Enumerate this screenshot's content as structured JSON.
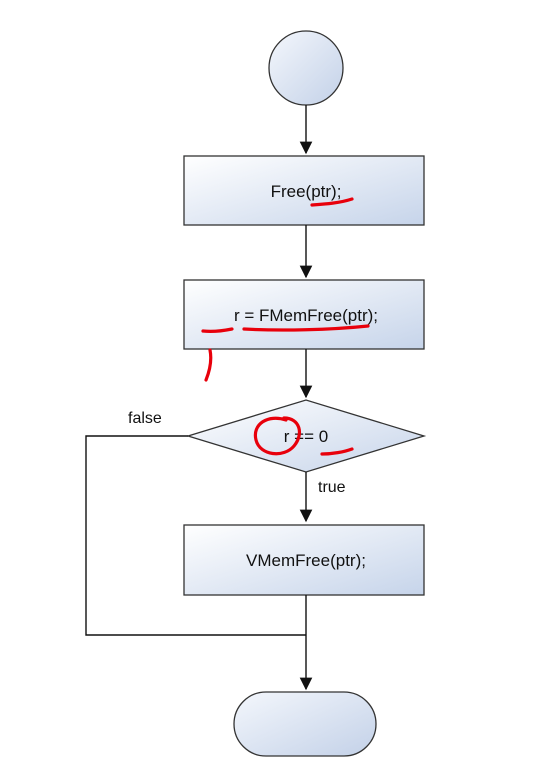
{
  "diagram": {
    "type": "flowchart",
    "nodes": {
      "start": {
        "shape": "circle",
        "label": ""
      },
      "free_call": {
        "shape": "process",
        "label": "Free(ptr);"
      },
      "fmemfree_call": {
        "shape": "process",
        "label": "r = FMemFree(ptr);"
      },
      "decision": {
        "shape": "decision",
        "label": "r == 0"
      },
      "vmemfree_call": {
        "shape": "process",
        "label": "VMemFree(ptr);"
      },
      "end": {
        "shape": "terminator",
        "label": ""
      }
    },
    "edges": [
      {
        "from": "start",
        "to": "free_call",
        "label": ""
      },
      {
        "from": "free_call",
        "to": "fmemfree_call",
        "label": ""
      },
      {
        "from": "fmemfree_call",
        "to": "decision",
        "label": ""
      },
      {
        "from": "decision",
        "to": "vmemfree_call",
        "label": "true"
      },
      {
        "from": "decision",
        "to": "end",
        "label": "false"
      },
      {
        "from": "vmemfree_call",
        "to": "end",
        "label": ""
      }
    ],
    "edge_labels": {
      "false": "false",
      "true": "true"
    },
    "annotations": {
      "color": "#e8000b",
      "description": "red hand-drawn ink marks underlining and circling parts of the code"
    },
    "colors": {
      "node_fill_light": "#ffffff",
      "node_fill_dark": "#c6d4ea",
      "stroke": "#333333",
      "arrow": "#111111",
      "ink": "#e8000b"
    }
  }
}
